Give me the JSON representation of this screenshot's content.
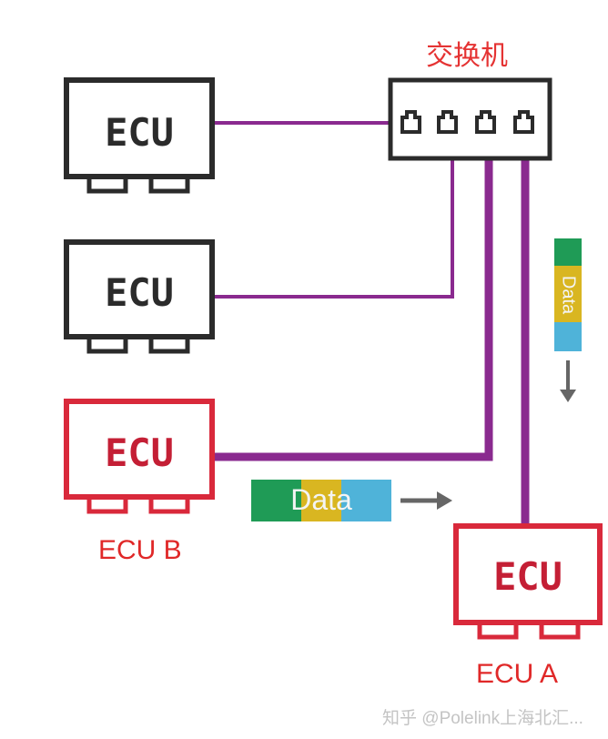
{
  "switch": {
    "title": "交换机"
  },
  "ecus": [
    {
      "label": "ECU"
    },
    {
      "label": "ECU"
    },
    {
      "label": "ECU",
      "caption": "ECU B"
    },
    {
      "label": "ECU",
      "caption": "ECU A"
    }
  ],
  "packets": [
    {
      "label": "Data"
    },
    {
      "label": "Data"
    }
  ],
  "watermark": "知乎 @Polelink上海北汇...",
  "colors": {
    "purple": "#8a2a8f",
    "black": "#2b2b2b",
    "red": "#d9293b",
    "green": "#1f9b56",
    "yellow": "#d9b621",
    "blue": "#4fb3d9",
    "arrow": "#666666"
  }
}
